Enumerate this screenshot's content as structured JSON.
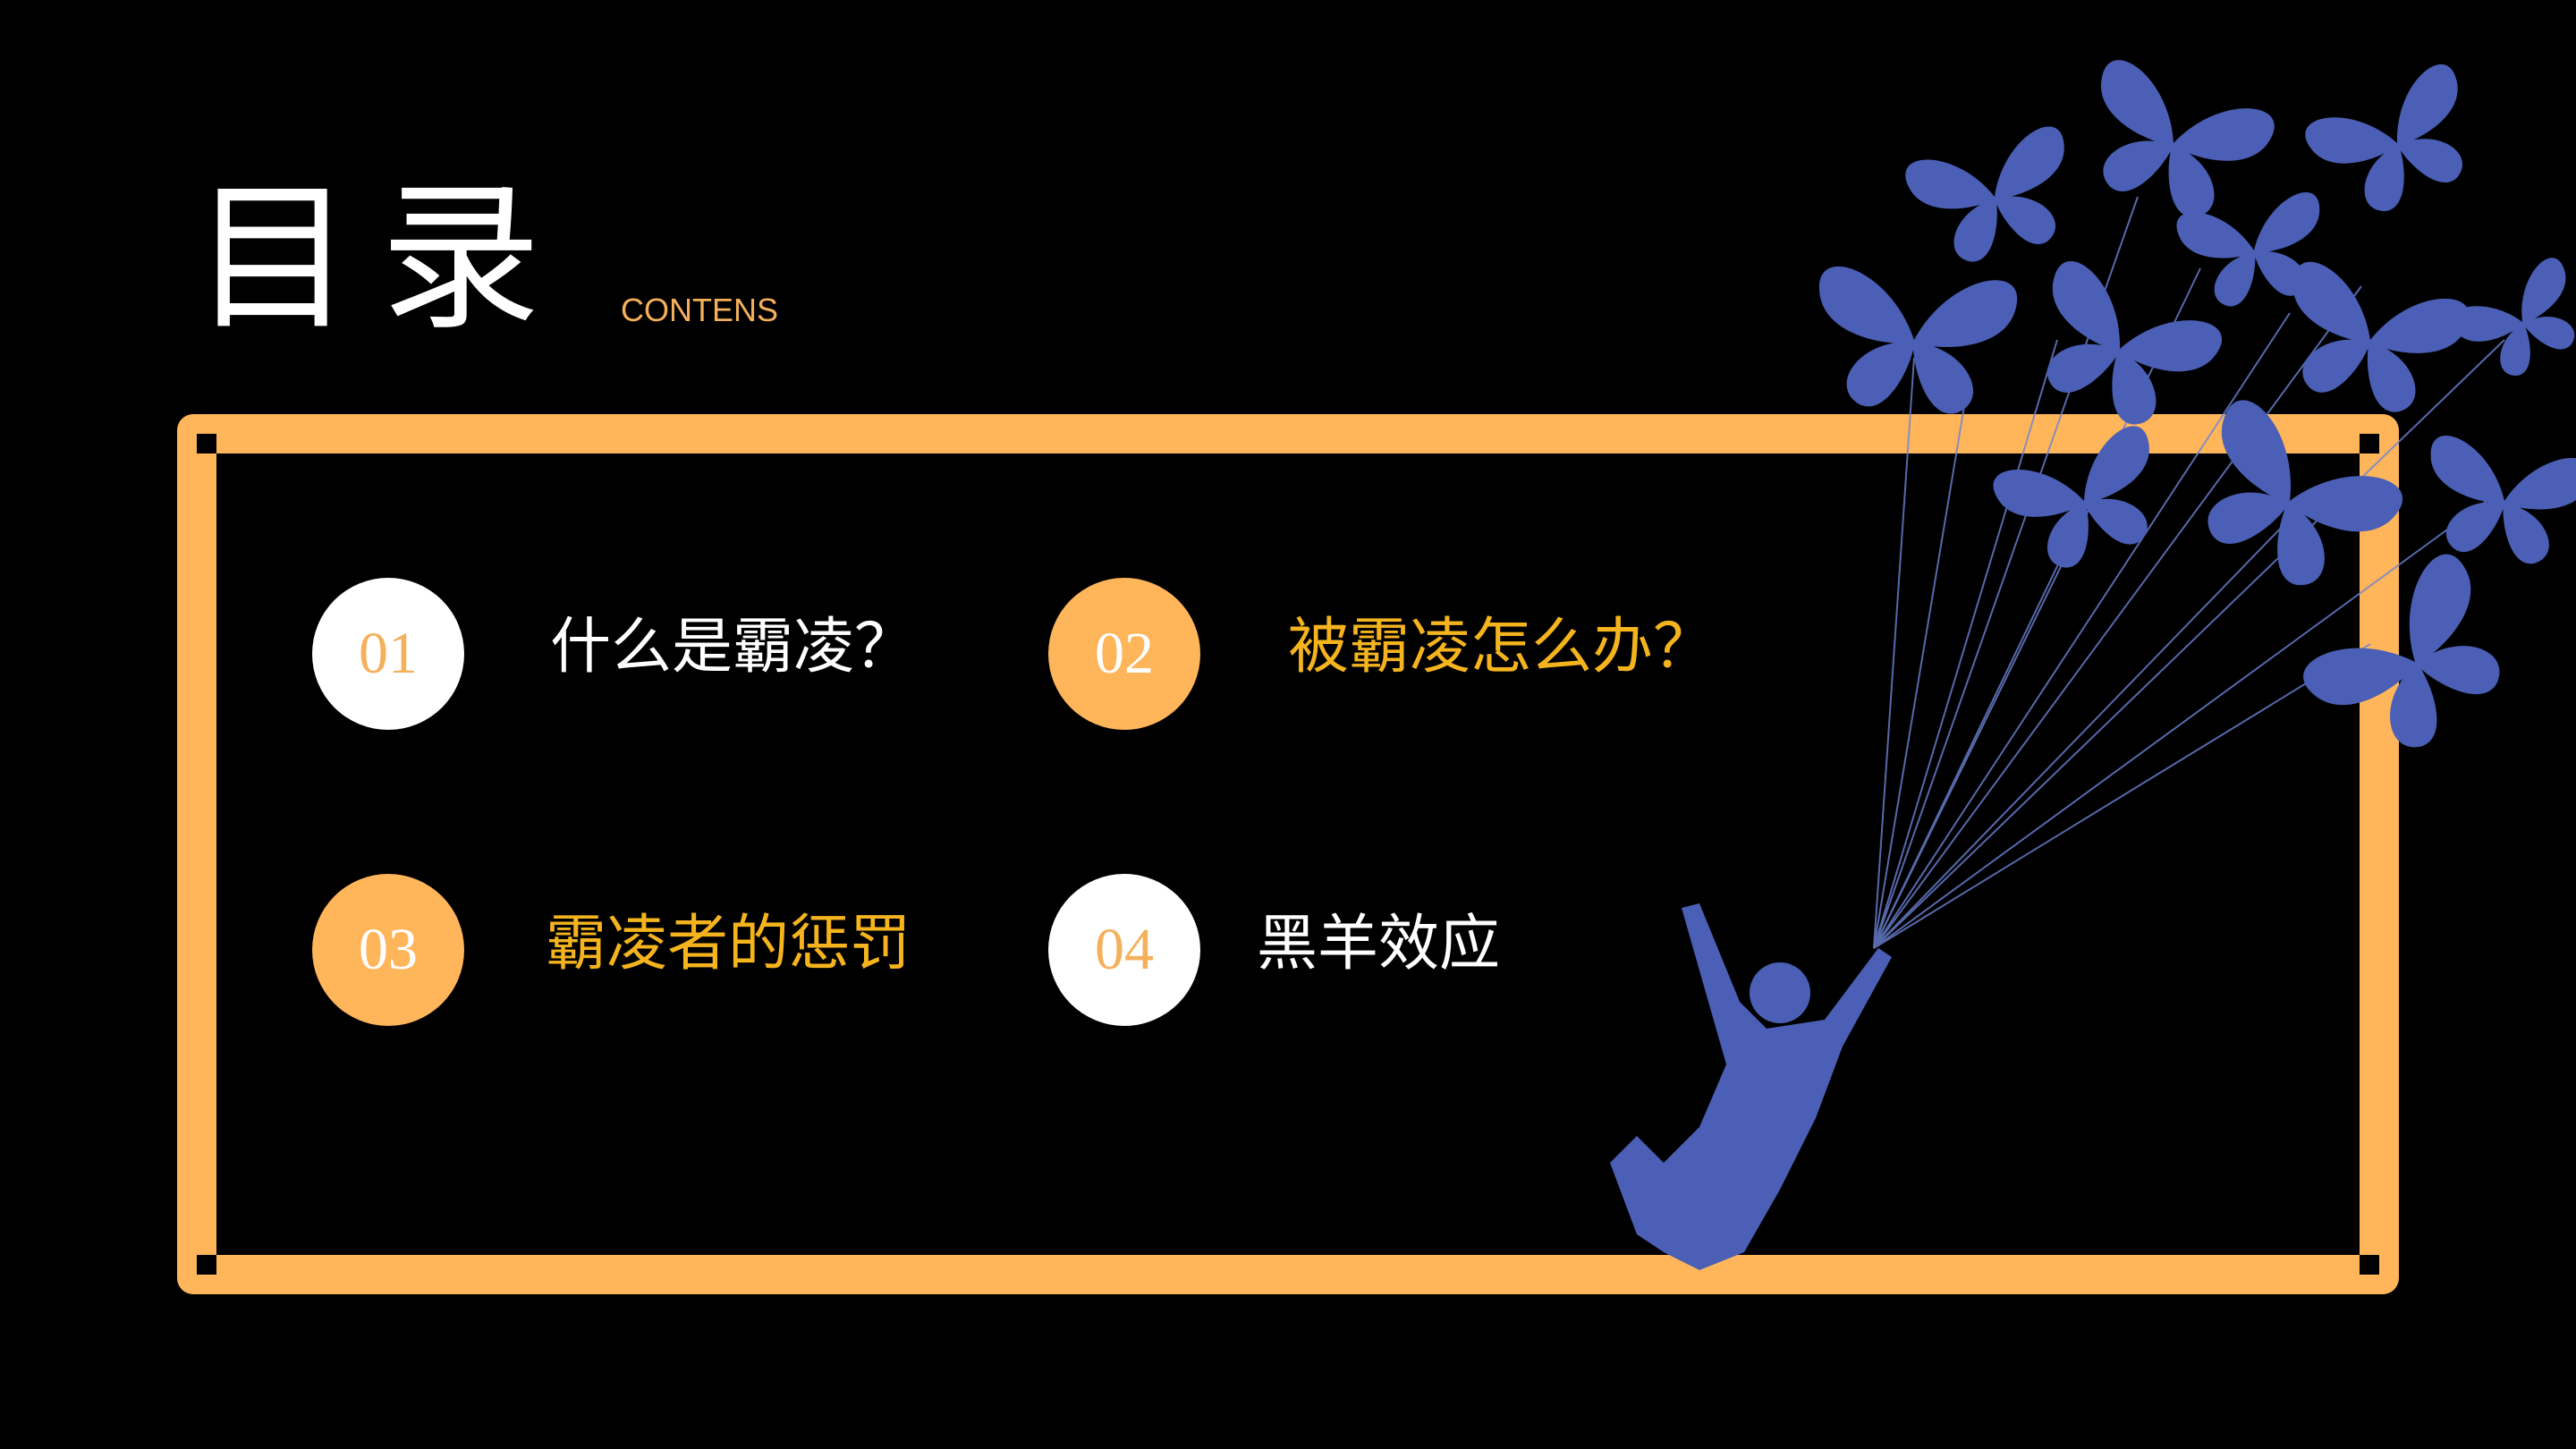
{
  "header": {
    "title": "目录",
    "subtitle": "CONTENS"
  },
  "items": [
    {
      "number": "01",
      "label": "什么是霸凌？"
    },
    {
      "number": "02",
      "label": "被霸凌怎么办？"
    },
    {
      "number": "03",
      "label": "霸凌者的惩罚"
    },
    {
      "number": "04",
      "label": "黑羊效应"
    }
  ],
  "colors": {
    "accent": "#ffb55a",
    "text_orange": "#f5b41e",
    "silhouette": "#4a5fb5",
    "background": "#000000"
  }
}
